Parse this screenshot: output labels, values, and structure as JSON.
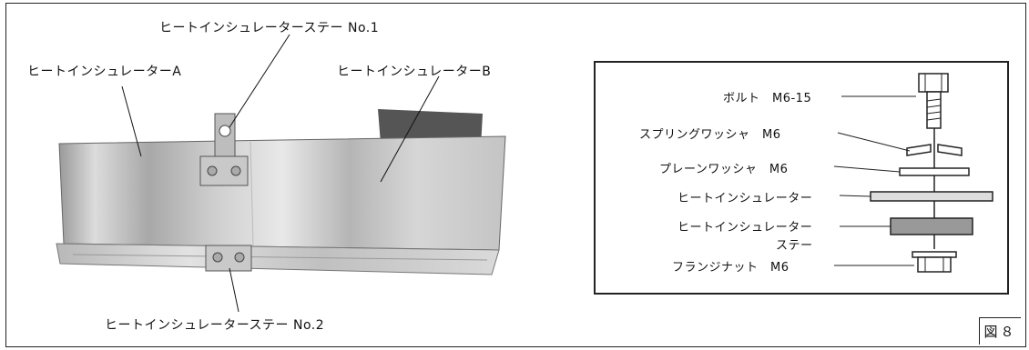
{
  "labels": {
    "stay_no1": "ヒートインシュレーターステー No.1",
    "insulator_a": "ヒートインシュレーターA",
    "insulator_b": "ヒートインシュレーターB",
    "stay_no2": "ヒートインシュレーターステー No.2"
  },
  "inset": {
    "bolt": "ボルト　M6-15",
    "spring_washer": "スプリングワッシャ　M6",
    "plain_washer": "プレーンワッシャ　M6",
    "heat_insulator": "ヒートインシュレーター",
    "heat_insulator_stay_line1": "ヒートインシュレーター",
    "heat_insulator_stay_line2": "ステー",
    "flange_nut": "フランジナット　M6"
  },
  "figure_tag": "図８"
}
